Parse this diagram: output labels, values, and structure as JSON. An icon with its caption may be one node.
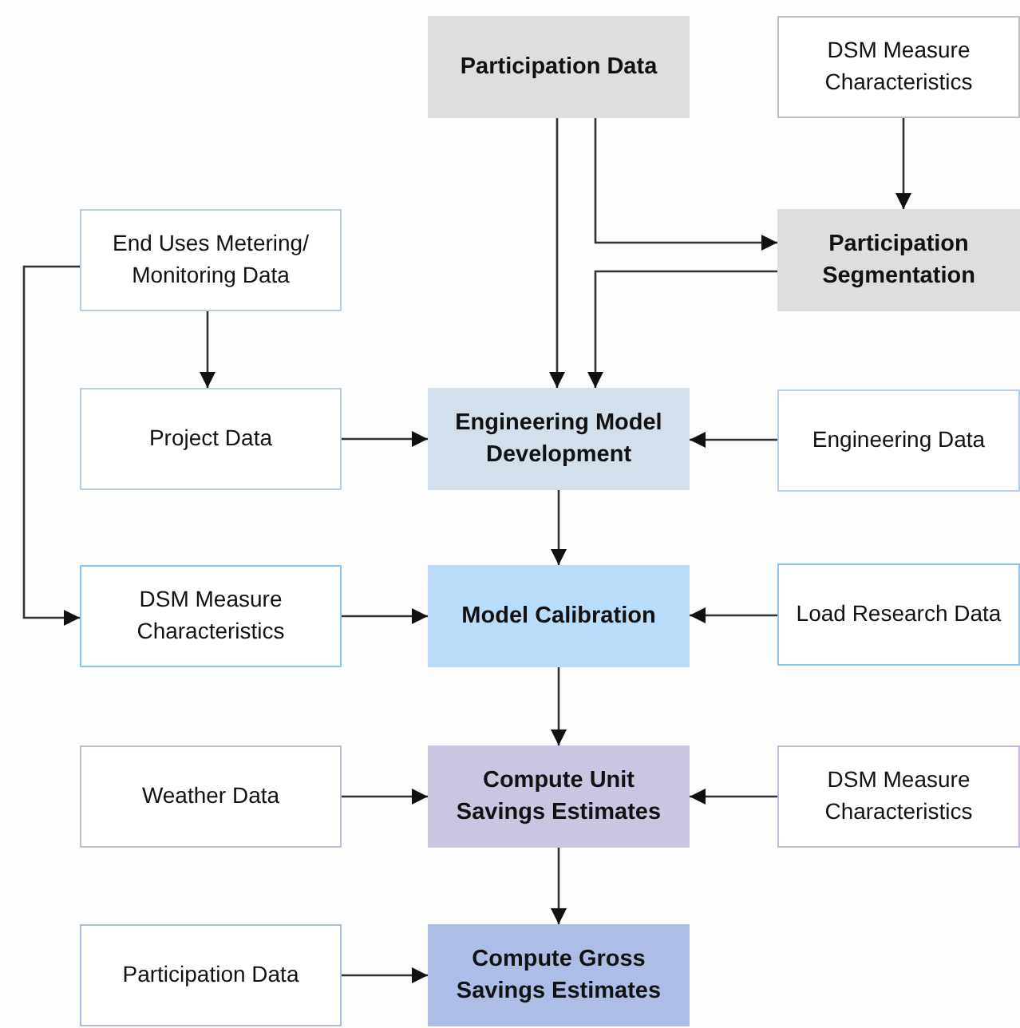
{
  "diagram": {
    "nodes": [
      {
        "text": [
          "Participation Data"
        ]
      },
      {
        "text": [
          "DSM Measure Characteristics"
        ]
      },
      {
        "text": [
          "End Uses Metering/ Monitoring Data"
        ]
      },
      {
        "text": [
          "Participation Segmentation"
        ]
      },
      {
        "text": [
          "Project Data"
        ]
      },
      {
        "text": [
          "Engineering Model Development"
        ]
      },
      {
        "text": [
          "Engineering Data"
        ]
      },
      {
        "text": [
          "DSM Measure Characteristics"
        ]
      },
      {
        "text": [
          "Model Calibration"
        ]
      },
      {
        "text": [
          "Load Research Data"
        ]
      },
      {
        "text": [
          "Weather Data"
        ]
      },
      {
        "text": [
          "Compute Unit Savings Estimates"
        ]
      },
      {
        "text": [
          "DSM Measure Characteristics"
        ]
      },
      {
        "text": [
          "Participation Data"
        ]
      },
      {
        "text": [
          "Compute Gross Savings Estimates"
        ]
      }
    ],
    "edges": [
      {
        "from": 0,
        "to": 5,
        "arrow": "to"
      },
      {
        "from": 0,
        "to": 3,
        "arrow": "to"
      },
      {
        "from": 1,
        "to": 3,
        "arrow": "to"
      },
      {
        "from": 3,
        "to": 5,
        "arrow": "to"
      },
      {
        "from": 2,
        "to": 4,
        "arrow": "to"
      },
      {
        "from": 2,
        "to": 7,
        "arrow": "to"
      },
      {
        "from": 4,
        "to": 5,
        "arrow": "to"
      },
      {
        "from": 6,
        "to": 5,
        "arrow": "to"
      },
      {
        "from": 5,
        "to": 8,
        "arrow": "to"
      },
      {
        "from": 7,
        "to": 8,
        "arrow": "to"
      },
      {
        "from": 9,
        "to": 8,
        "arrow": "to"
      },
      {
        "from": 8,
        "to": 11,
        "arrow": "to"
      },
      {
        "from": 10,
        "to": 11,
        "arrow": "to"
      },
      {
        "from": 12,
        "to": 11,
        "arrow": "to"
      },
      {
        "from": 11,
        "to": 14,
        "arrow": "to"
      },
      {
        "from": 13,
        "to": 14,
        "arrow": "to"
      }
    ]
  }
}
